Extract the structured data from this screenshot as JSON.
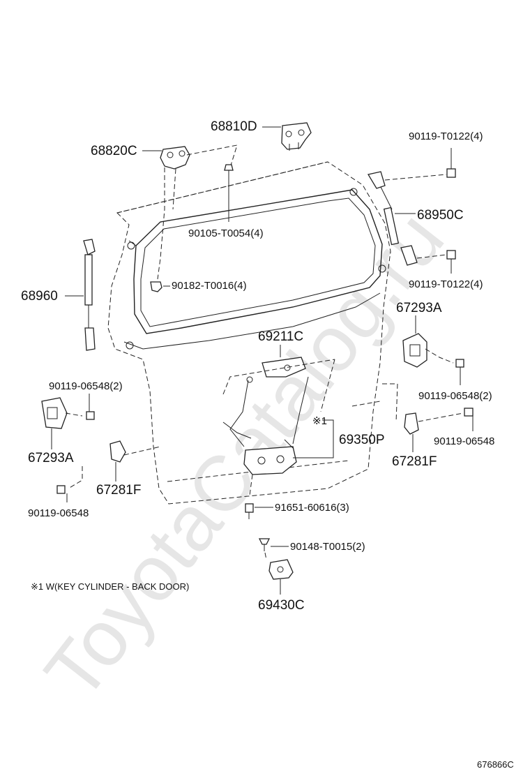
{
  "watermark": "ToyotaCatalog.ru",
  "footnote": "※1 W(KEY CYLINDER - BACK DOOR)",
  "drawing_number": "676866C",
  "labels": {
    "p68810D": "68810D",
    "p68820C": "68820C",
    "p90119_T0122_top": "90119-T0122(4)",
    "p90105": "90105-T0054(4)",
    "p68950C": "68950C",
    "p68960": "68960",
    "p90182": "90182-T0016(4)",
    "p90119_T0122_bottom": "90119-T0122(4)",
    "p67293A_right": "67293A",
    "p69211C": "69211C",
    "p90119_06548_2_left": "90119-06548(2)",
    "p90119_06548_2_right": "90119-06548(2)",
    "p69350P": "69350P",
    "note_marker": "※1",
    "p90119_06548_right": "90119-06548",
    "p67293A_left": "67293A",
    "p67281F_right": "67281F",
    "p67281F_left": "67281F",
    "p90119_06548_left": "90119-06548",
    "p91651": "91651-60616(3)",
    "p90148": "90148-T0015(2)",
    "p69430C": "69430C"
  }
}
